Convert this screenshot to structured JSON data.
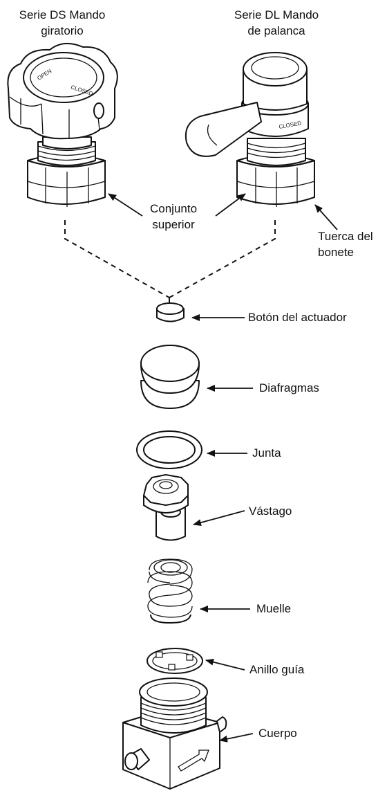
{
  "titles": {
    "ds": [
      "Serie DS Mando",
      "giratorio"
    ],
    "dl": [
      "Serie DL Mando",
      "de palanca"
    ]
  },
  "knob_markings": {
    "open": "OPEN",
    "closed": "CLOSED"
  },
  "labels": {
    "conjunto": [
      "Conjunto",
      "superior"
    ],
    "tuerca": [
      "Tuerca del",
      "bonete"
    ],
    "boton": "Botón del actuador",
    "diafragmas": "Diafragmas",
    "junta": "Junta",
    "vastago": "Vástago",
    "muelle": "Muelle",
    "anillo": "Anillo guía",
    "cuerpo": "Cuerpo"
  }
}
